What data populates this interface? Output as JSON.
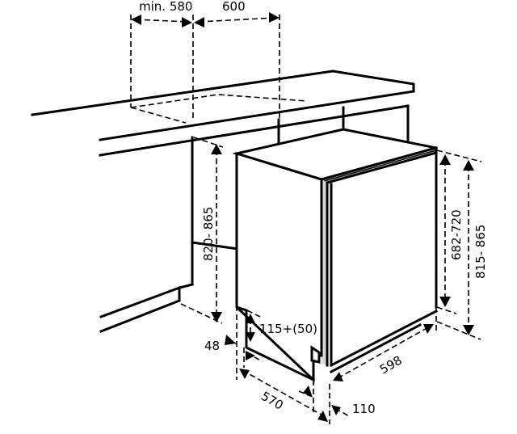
{
  "diagram": {
    "subject": "Built-in dishwasher installation dimensions",
    "units": "mm",
    "colors": {
      "line": "#000000",
      "background": "#ffffff",
      "door_edge": "#d9d9d9"
    },
    "dimensions": {
      "niche_width_min": "min. 580",
      "appliance_width_top": "600",
      "cabinet_height": "820- 865",
      "panel_height": "682-720",
      "total_height": "815- 865",
      "plinth_height": "115+(50)",
      "front_offset": "48",
      "depth": "570",
      "width_bottom": "598",
      "door_offset": "110"
    }
  }
}
